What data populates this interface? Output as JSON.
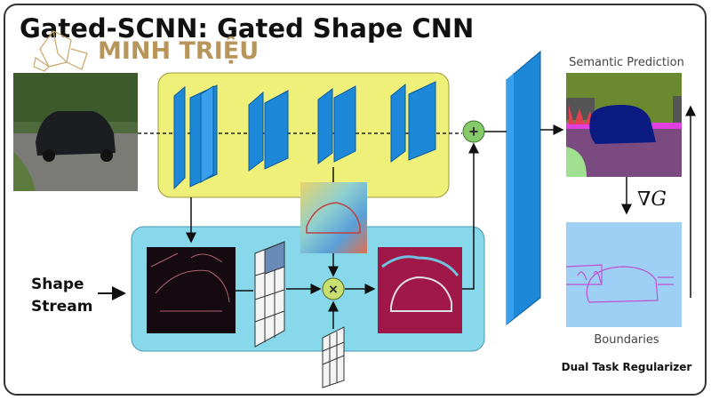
{
  "title": "Gated-SCNN: Gated Shape CNN",
  "watermark": "MINH TRIỆU",
  "shape_stream_label": [
    "Shape",
    "Stream"
  ],
  "semantic_prediction_label": "Semantic Prediction",
  "gradient_label": "∇G",
  "boundaries_label": "Boundaries",
  "dual_task_label": "Dual Task Regularizer",
  "colors": {
    "yellow_box": "#eef07a",
    "cyan_box": "#86d8ea",
    "block_blue": "#1e88d8",
    "node_green": "#86c96a",
    "watermark": "#b8955a"
  }
}
